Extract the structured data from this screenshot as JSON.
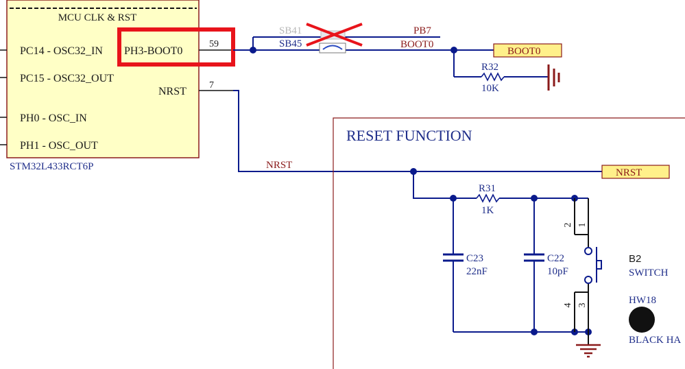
{
  "mcu": {
    "header": "MCU CLK & RST",
    "part_number": "STM32L433RCT6P",
    "pins": {
      "pc14": "PC14 - OSC32_IN",
      "pc15": "PC15 - OSC32_OUT",
      "ph0": "PH0 - OSC_IN",
      "ph1": "PH1 - OSC_OUT",
      "ph3": "PH3-BOOT0",
      "nrst": "NRST"
    },
    "pin_numbers": {
      "ph3": "59",
      "nrst": "7"
    }
  },
  "boot": {
    "sb41": "SB41",
    "sb45": "SB45",
    "net_pb7": "PB7",
    "net_boot0": "BOOT0",
    "port_boot0": "BOOT0",
    "r32_ref": "R32",
    "r32_value": "10K"
  },
  "reset": {
    "section_title": "RESET FUNCTION",
    "net_nrst": "NRST",
    "port_nrst": "NRST",
    "r31_ref": "R31",
    "r31_value": "1K",
    "c23_ref": "C23",
    "c23_value": "22nF",
    "c22_ref": "C22",
    "c22_value": "10pF",
    "switch_ref": "B2",
    "switch_type": "SWITCH",
    "switch_pins": [
      "2",
      "1",
      "4",
      "3"
    ],
    "hw_ref": "HW18",
    "hw_label": "BLACK HA"
  },
  "colors": {
    "mcu_fill": "#FFFFC6",
    "mcu_border": "#8A1A1A",
    "wire": "#0A1A8C",
    "highlight": "#E8141B",
    "port_fill": "#FFF08A"
  }
}
